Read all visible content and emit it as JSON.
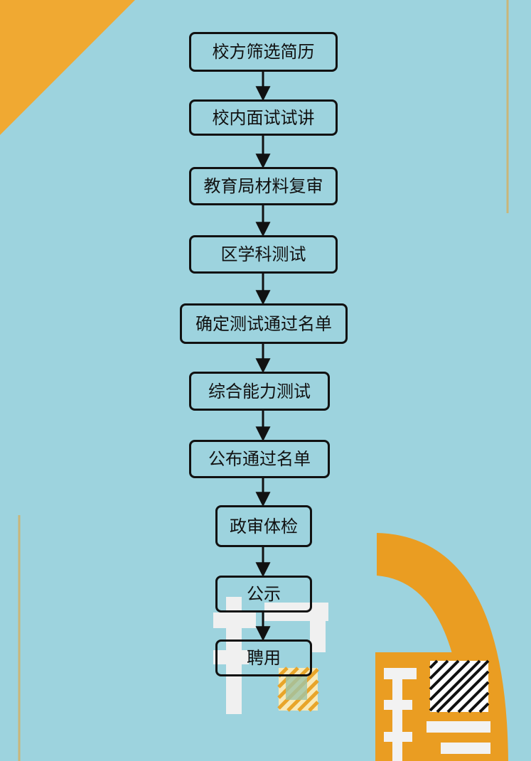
{
  "flow": {
    "steps": [
      {
        "label": "校方筛选简历"
      },
      {
        "label": "校内面试试讲"
      },
      {
        "label": "教育局材料复审"
      },
      {
        "label": "区学科测试"
      },
      {
        "label": "确定测试通过名单"
      },
      {
        "label": "综合能力测试"
      },
      {
        "label": "公布通过名单"
      },
      {
        "label": "政审体检"
      },
      {
        "label": "公示"
      },
      {
        "label": "聘用"
      }
    ]
  },
  "background": {
    "characters": [
      "招",
      "聘"
    ],
    "colors": {
      "background": "#9dd3de",
      "accent": "#f0a932",
      "border": "#111111"
    }
  }
}
